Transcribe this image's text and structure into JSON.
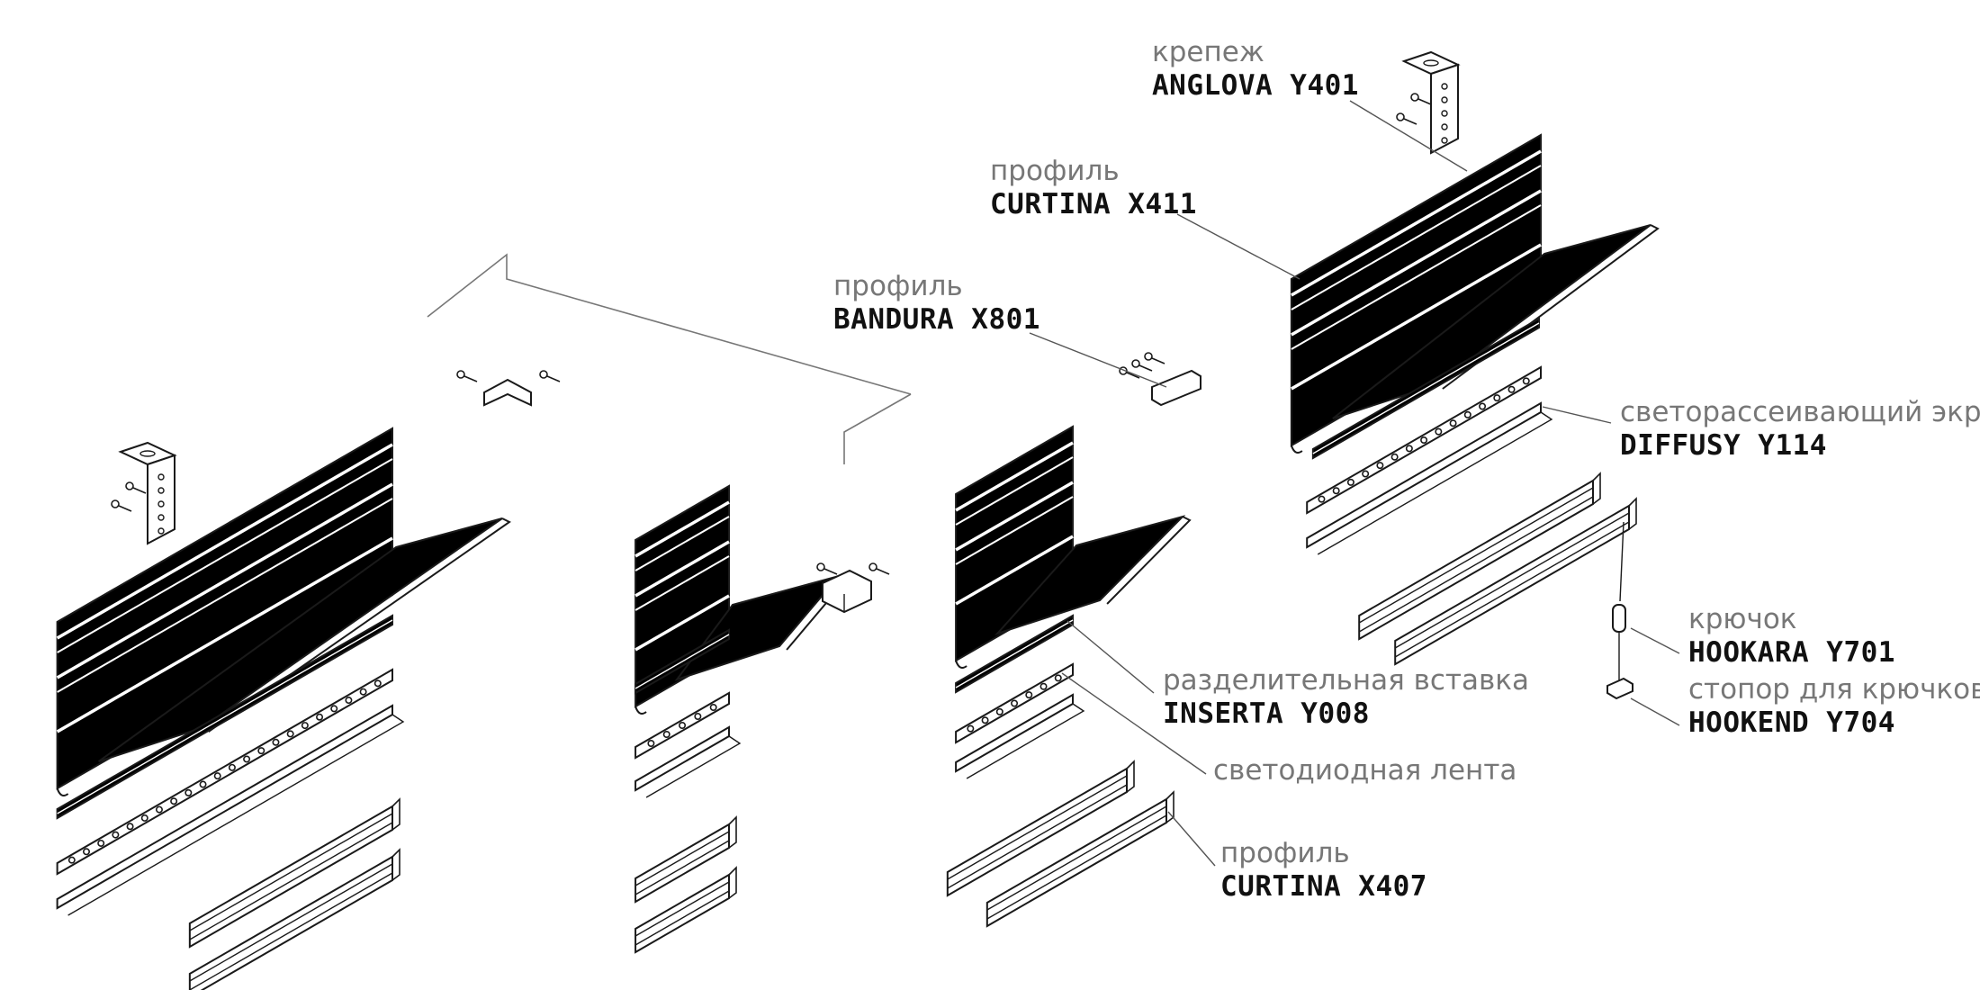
{
  "labels": {
    "anglova": {
      "category": "крепеж",
      "code": "ANGLOVA Y401"
    },
    "curtina_x411": {
      "category": "профиль",
      "code": "CURTINA X411"
    },
    "bandura": {
      "category": "профиль",
      "code": "BANDURA X801"
    },
    "diffusy": {
      "category": "светорассеивающий экран",
      "code": "DIFFUSY Y114"
    },
    "hookara": {
      "category": "крючок",
      "code": "HOOKARA Y701"
    },
    "hookend": {
      "category": "стопор для крючков",
      "code": "HOOKEND Y704"
    },
    "inserta": {
      "category": "разделительная вставка",
      "code": "INSERTA Y008"
    },
    "led": {
      "category": "светодиодная лента"
    },
    "curtina_x407": {
      "category": "профиль",
      "code": "CURTINA X407"
    }
  },
  "colors": {
    "line": "#1a1a1a",
    "fill": "#000000",
    "leader": "#555555",
    "category": "#777777",
    "code": "#111111"
  }
}
